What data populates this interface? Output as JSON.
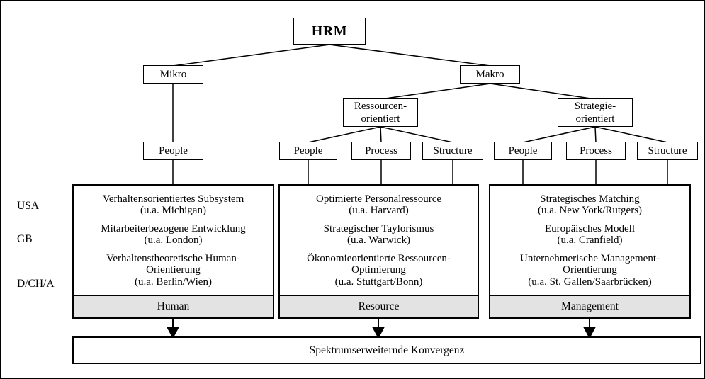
{
  "colors": {
    "line": "#000000",
    "footer_bg": "#e3e3e3",
    "background": "#ffffff"
  },
  "tree": {
    "root": "HRM",
    "mikro": "Mikro",
    "makro": "Makro",
    "ressourcen": "Ressourcen-\norientiert",
    "strategie": "Strategie-\norientiert",
    "leaf_mikro": "People",
    "leaves_ressourcen": [
      "People",
      "Process",
      "Structure"
    ],
    "leaves_strategie": [
      "People",
      "Process",
      "Structure"
    ]
  },
  "countries": [
    "USA",
    "GB",
    "D/CH/A"
  ],
  "columns": [
    {
      "footer": "Human",
      "rows": [
        {
          "name": "Verhaltensorientiertes Subsystem",
          "source": "(u.a. Michigan)"
        },
        {
          "name": "Mitarbeiterbezogene Entwicklung",
          "source": "(u.a. London)"
        },
        {
          "name": "Verhaltenstheoretische Human-Orientierung",
          "source": "(u.a. Berlin/Wien)"
        }
      ]
    },
    {
      "footer": "Resource",
      "rows": [
        {
          "name": "Optimierte Personalressource",
          "source": "(u.a. Harvard)"
        },
        {
          "name": "Strategischer Taylorismus",
          "source": "(u.a. Warwick)"
        },
        {
          "name": "Ökonomieorientierte Ressourcen-Optimierung",
          "source": "(u.a. Stuttgart/Bonn)"
        }
      ]
    },
    {
      "footer": "Management",
      "rows": [
        {
          "name": "Strategisches Matching",
          "source": "(u.a. New York/Rutgers)"
        },
        {
          "name": "Europäisches Modell",
          "source": "(u.a. Cranfield)"
        },
        {
          "name": "Unternehmerische Management-Orientierung",
          "source": "(u.a. St. Gallen/Saarbrücken)"
        }
      ]
    }
  ],
  "convergence": "Spektrumserweiternde Konvergenz"
}
